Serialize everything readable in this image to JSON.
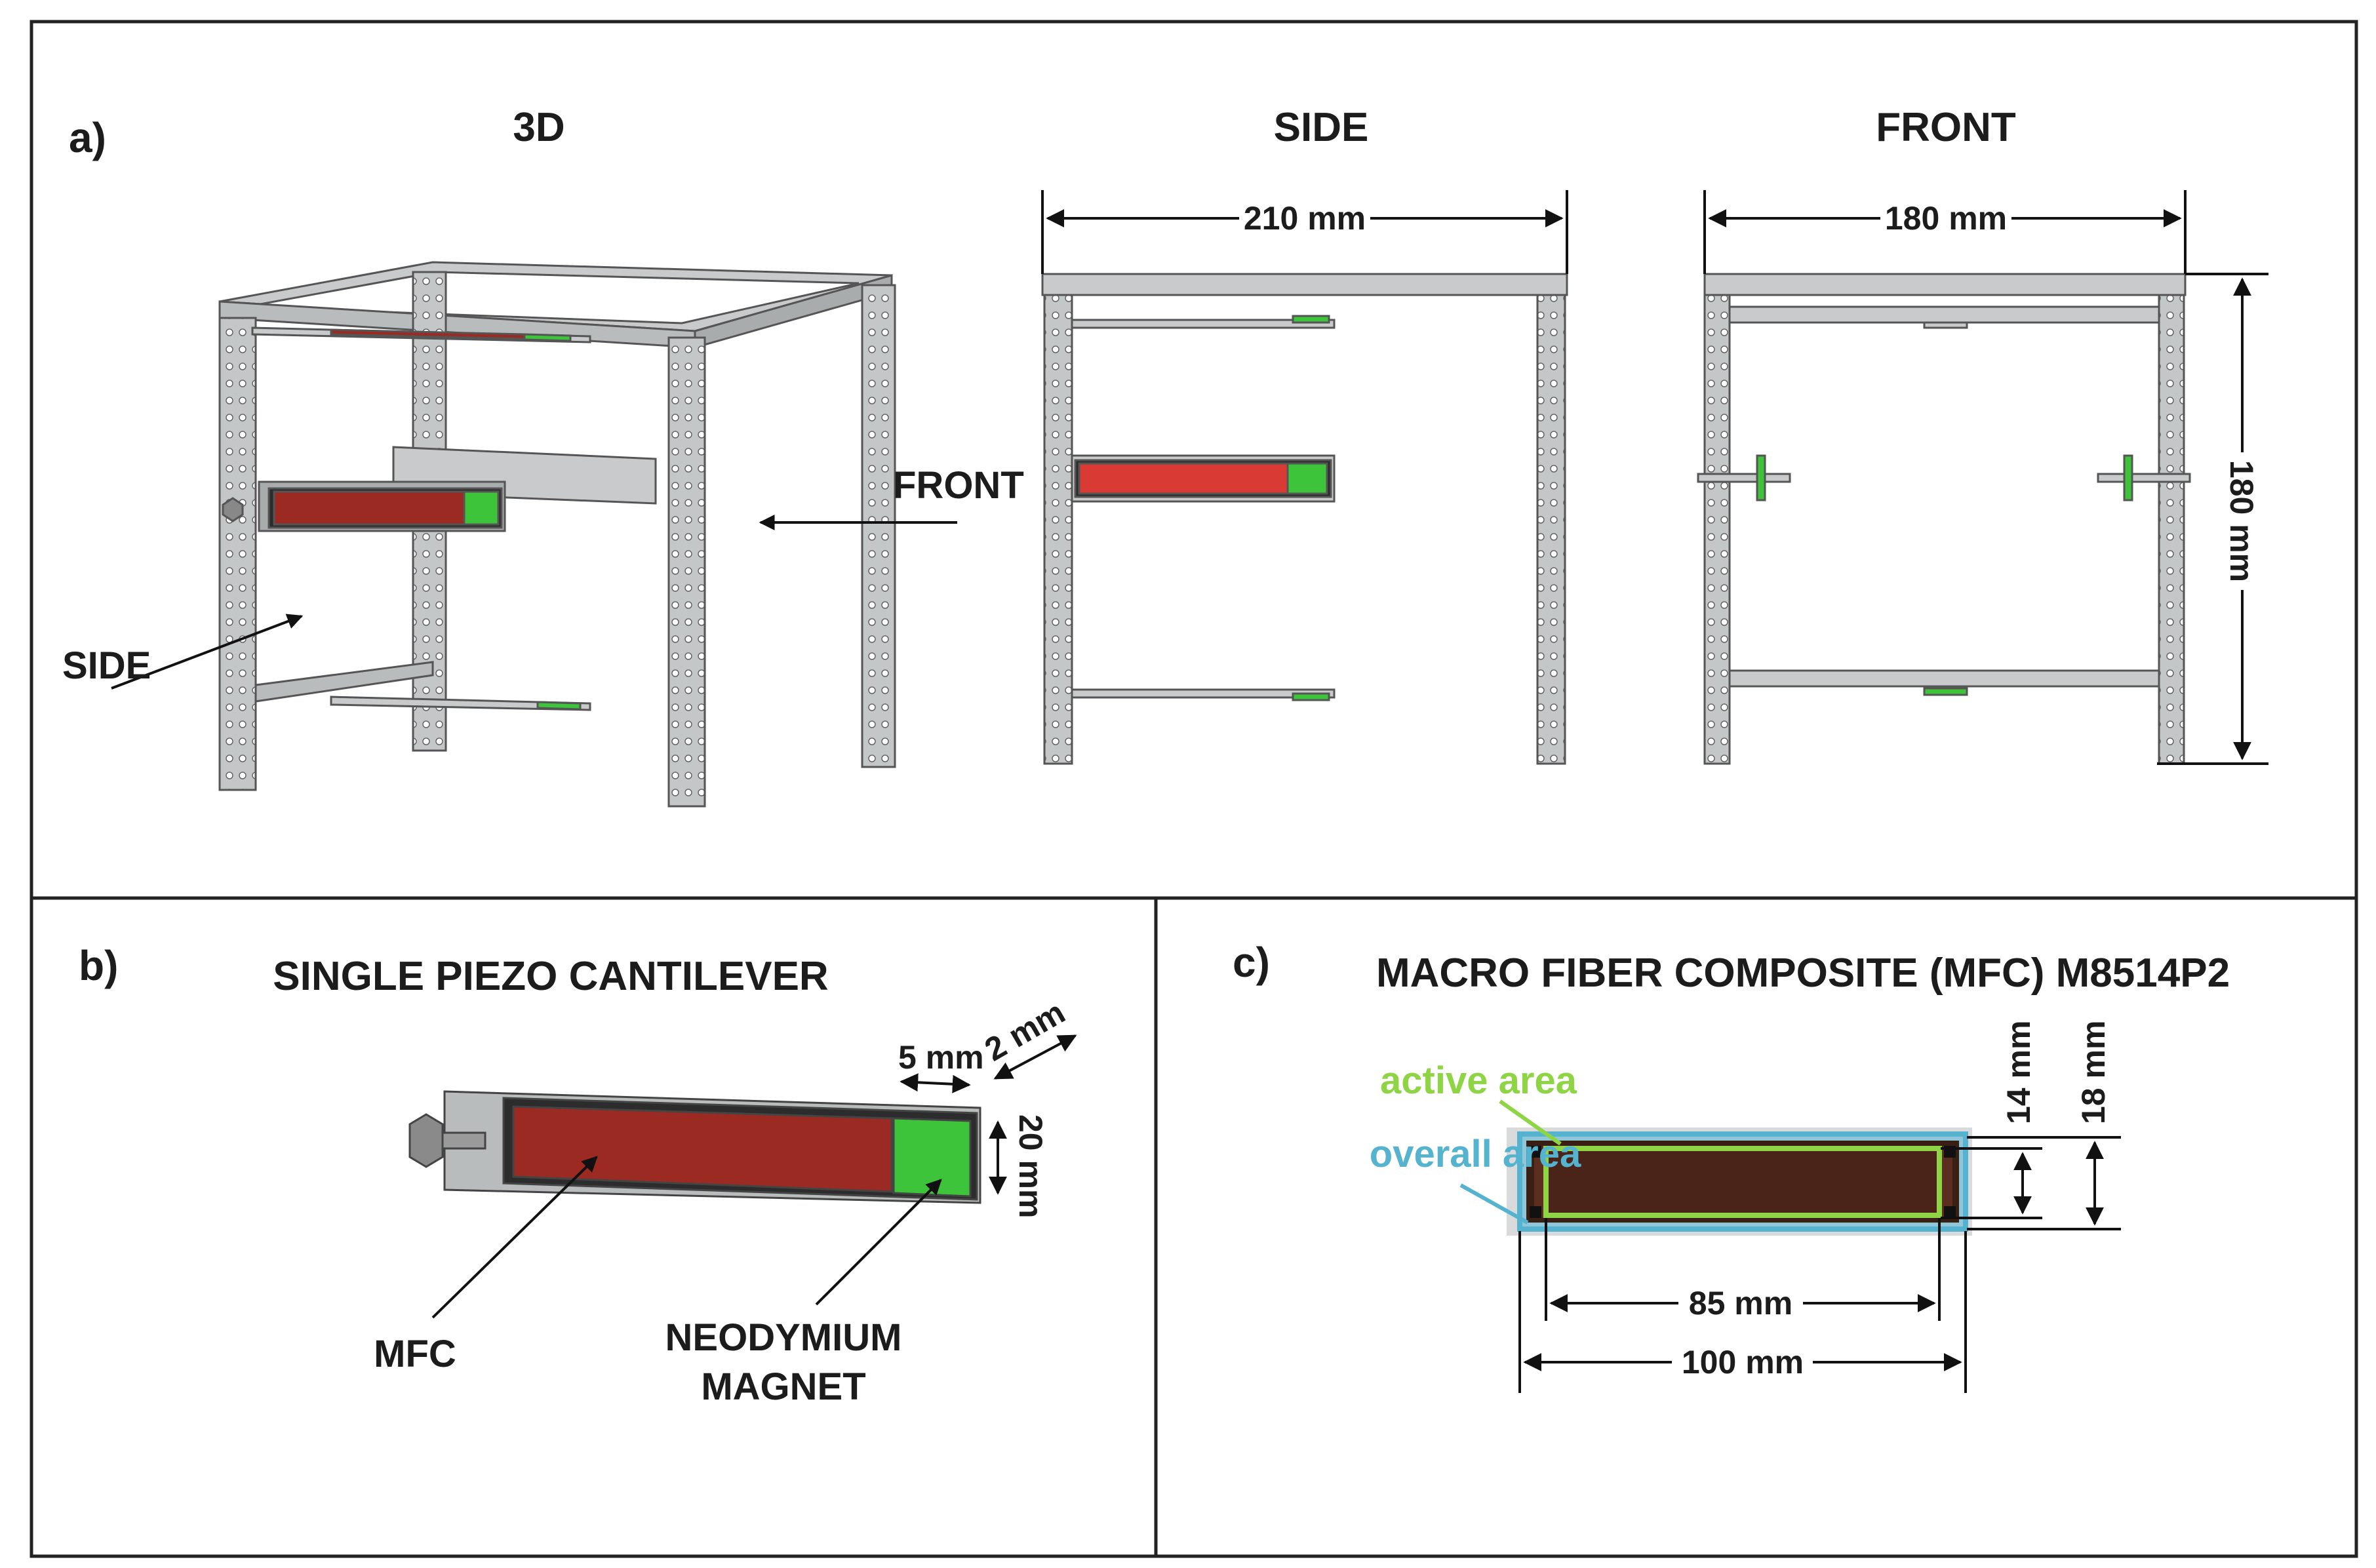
{
  "panel_a": {
    "label": "a)",
    "view_3d": "3D",
    "view_side": "SIDE",
    "view_front": "FRONT",
    "arrow_front": "FRONT",
    "arrow_side": "SIDE",
    "side_width": "210 mm",
    "front_width": "180 mm",
    "front_height": "180 mm"
  },
  "panel_b": {
    "label": "b)",
    "title": "SINGLE PIEZO CANTILEVER",
    "dim_5": "5 mm",
    "dim_2": "2 mm",
    "dim_20": "20 mm",
    "mfc": "MFC",
    "magnet_line1": "NEODYMIUM",
    "magnet_line2": "MAGNET"
  },
  "panel_c": {
    "label": "c)",
    "title": "MACRO FIBER COMPOSITE (MFC) M8514P2",
    "active_area": "active area",
    "overall_area": "overall area",
    "dim_14": "14 mm",
    "dim_18": "18 mm",
    "dim_85": "85 mm",
    "dim_100": "100 mm"
  },
  "colors": {
    "frame": "#b9bcbd",
    "mfc_red": "#9b2a22",
    "magnet_green": "#3ec43a",
    "active_green": "#8fd444",
    "overall_blue": "#55b3cf"
  }
}
